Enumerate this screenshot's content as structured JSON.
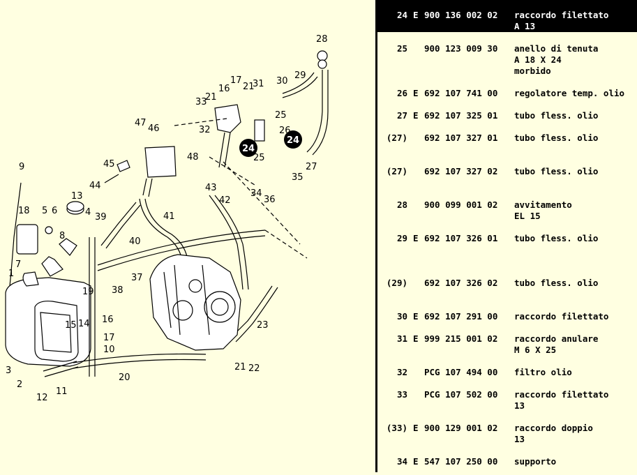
{
  "diagram": {
    "callouts": [
      "1",
      "2",
      "3",
      "4",
      "5",
      "6",
      "7",
      "8",
      "9",
      "10",
      "11",
      "12",
      "13",
      "14",
      "15",
      "16",
      "17",
      "18",
      "19",
      "20",
      "21",
      "22",
      "23",
      "24",
      "25",
      "26",
      "27",
      "28",
      "29",
      "30",
      "31",
      "32",
      "33",
      "34",
      "35",
      "36",
      "37",
      "38",
      "39",
      "40",
      "41",
      "42",
      "43",
      "44",
      "45",
      "46",
      "47",
      "48"
    ],
    "highlighted": "24"
  },
  "parts": [
    {
      "pos": "24",
      "flag": "E",
      "code": "900 136 002 02",
      "desc": [
        "raccordo filettato",
        "A 13"
      ],
      "selected": true
    },
    {
      "pos": "25",
      "flag": "",
      "code": "900 123 009 30",
      "desc": [
        "anello di tenuta",
        "A 18 X 24",
        "morbido"
      ]
    },
    {
      "pos": "26",
      "flag": "E",
      "code": "692 107 741 00",
      "desc": [
        "regolatore temp. olio"
      ]
    },
    {
      "pos": "27",
      "flag": "E",
      "code": "692 107 325 01",
      "desc": [
        "tubo fless. olio"
      ]
    },
    {
      "pos": "(27)",
      "flag": "",
      "code": "692 107 327 01",
      "desc": [
        "tubo fless. olio"
      ]
    },
    {
      "pos": "(27)",
      "flag": "",
      "code": "692 107 327 02",
      "desc": [
        "tubo fless. olio"
      ]
    },
    {
      "pos": "28",
      "flag": "",
      "code": "900 099 001 02",
      "desc": [
        "avvitamento",
        "EL 15"
      ]
    },
    {
      "pos": "29",
      "flag": "E",
      "code": "692 107 326 01",
      "desc": [
        "tubo fless. olio"
      ]
    },
    {
      "pos": "(29)",
      "flag": "",
      "code": "692 107 326 02",
      "desc": [
        "tubo fless. olio"
      ]
    },
    {
      "pos": "30",
      "flag": "E",
      "code": "692 107 291 00",
      "desc": [
        "raccordo filettato"
      ]
    },
    {
      "pos": "31",
      "flag": "E",
      "code": "999 215 001 02",
      "desc": [
        "raccordo anulare",
        "M 6 X 25"
      ]
    },
    {
      "pos": "32",
      "flag": "",
      "code": "PCG 107 494 00",
      "desc": [
        "filtro olio"
      ]
    },
    {
      "pos": "33",
      "flag": "",
      "code": "PCG 107 502 00",
      "desc": [
        "raccordo filettato",
        "13"
      ]
    },
    {
      "pos": "(33)",
      "flag": "E",
      "code": "900 129 001 02",
      "desc": [
        "raccordo doppio",
        "13"
      ]
    },
    {
      "pos": "34",
      "flag": "E",
      "code": "547 107 250 00",
      "desc": [
        "supporto"
      ]
    }
  ]
}
